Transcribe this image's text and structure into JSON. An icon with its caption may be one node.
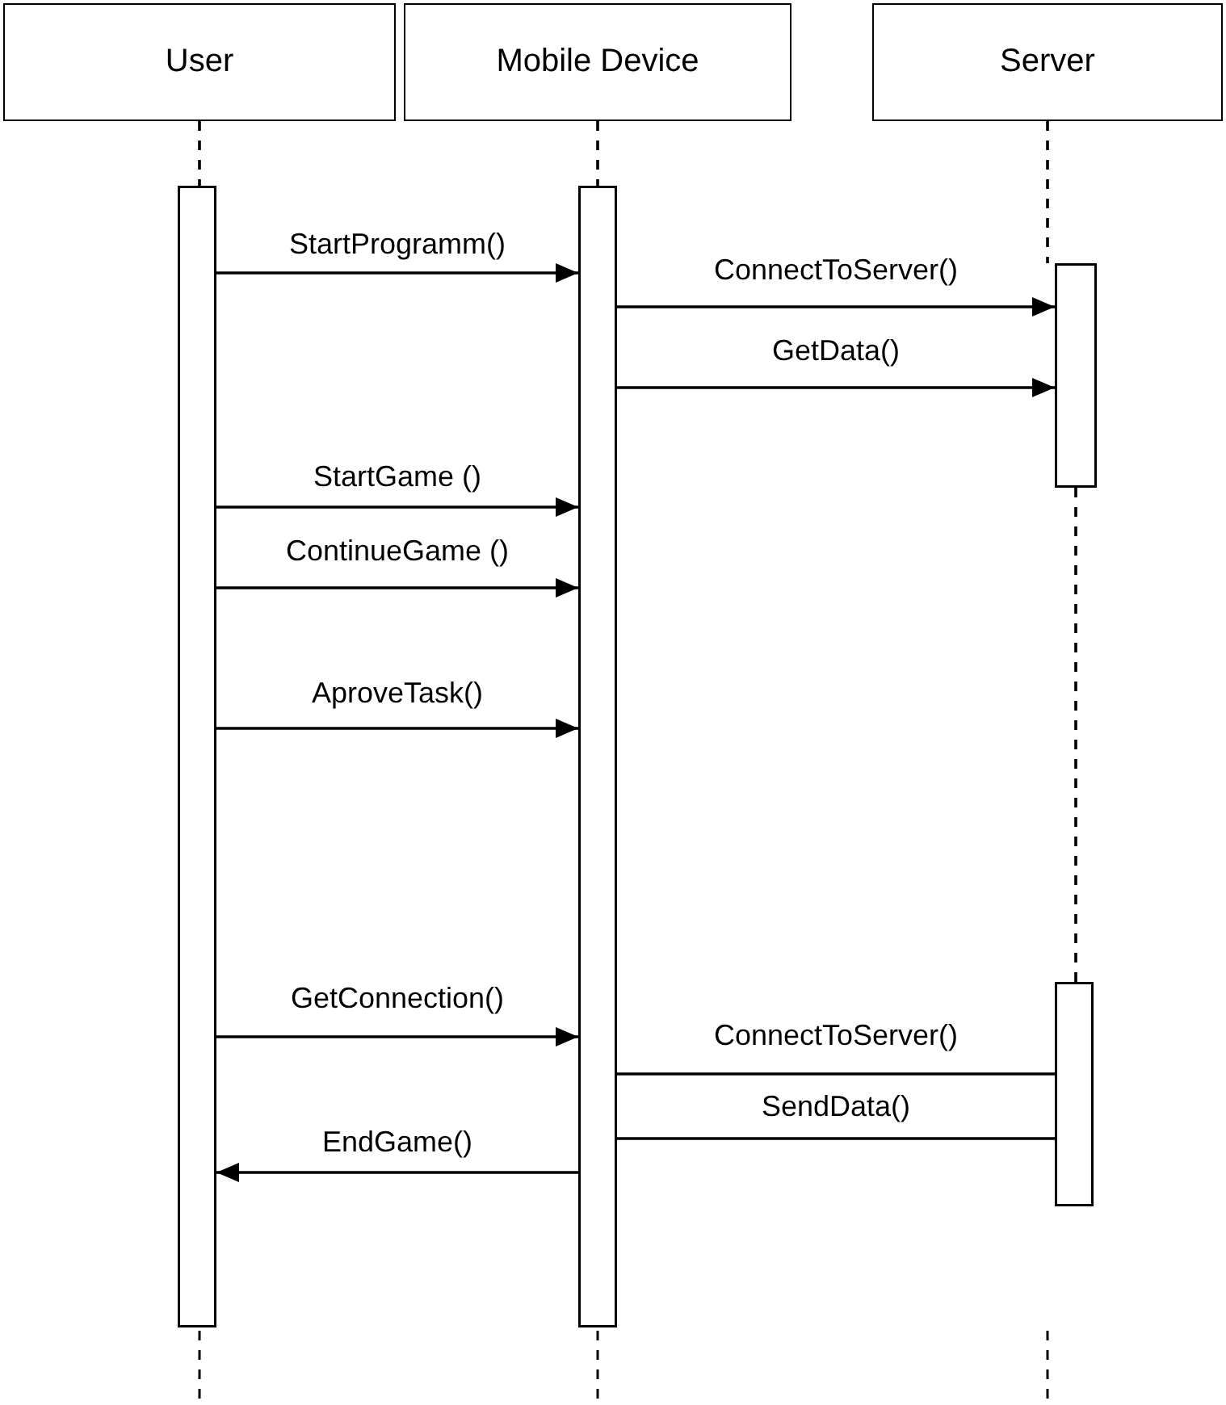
{
  "diagram": {
    "nodes": [
      {
        "text": [
          "User"
        ]
      },
      {
        "text": [
          "Mobile Device"
        ]
      },
      {
        "text": [
          "Server"
        ]
      },
      {
        "text": [],
        "shape": "bar"
      },
      {
        "text": [],
        "shape": "bar"
      },
      {
        "text": [],
        "shape": "bar"
      },
      {
        "text": [],
        "shape": "bar"
      }
    ],
    "edges": [
      {
        "from": 0,
        "to": 3,
        "arrow": "none",
        "style": "dashed"
      },
      {
        "from": 1,
        "to": 4,
        "arrow": "none",
        "style": "dashed"
      },
      {
        "from": 2,
        "to": 5,
        "arrow": "none",
        "style": "dashed"
      },
      {
        "from": 5,
        "to": 6,
        "arrow": "none",
        "style": "dashed"
      },
      {
        "from": 3,
        "to": 4,
        "arrow": "to",
        "label": "StartProgramm()"
      },
      {
        "from": 4,
        "to": 5,
        "arrow": "to",
        "label": "ConnectToServer()"
      },
      {
        "from": 4,
        "to": 5,
        "arrow": "to",
        "label": "GetData()"
      },
      {
        "from": 3,
        "to": 4,
        "arrow": "to",
        "label": "StartGame ()"
      },
      {
        "from": 3,
        "to": 4,
        "arrow": "to",
        "label": "ContinueGame ()"
      },
      {
        "from": 3,
        "to": 4,
        "arrow": "to",
        "label": "AproveTask()"
      },
      {
        "from": 3,
        "to": 4,
        "arrow": "to",
        "label": "GetConnection()"
      },
      {
        "from": 4,
        "to": 6,
        "arrow": "none",
        "label": "ConnectToServer()"
      },
      {
        "from": 4,
        "to": 6,
        "arrow": "none",
        "label": "SendData()"
      },
      {
        "from": 4,
        "to": 3,
        "arrow": "to",
        "label": "EndGame()"
      }
    ]
  }
}
